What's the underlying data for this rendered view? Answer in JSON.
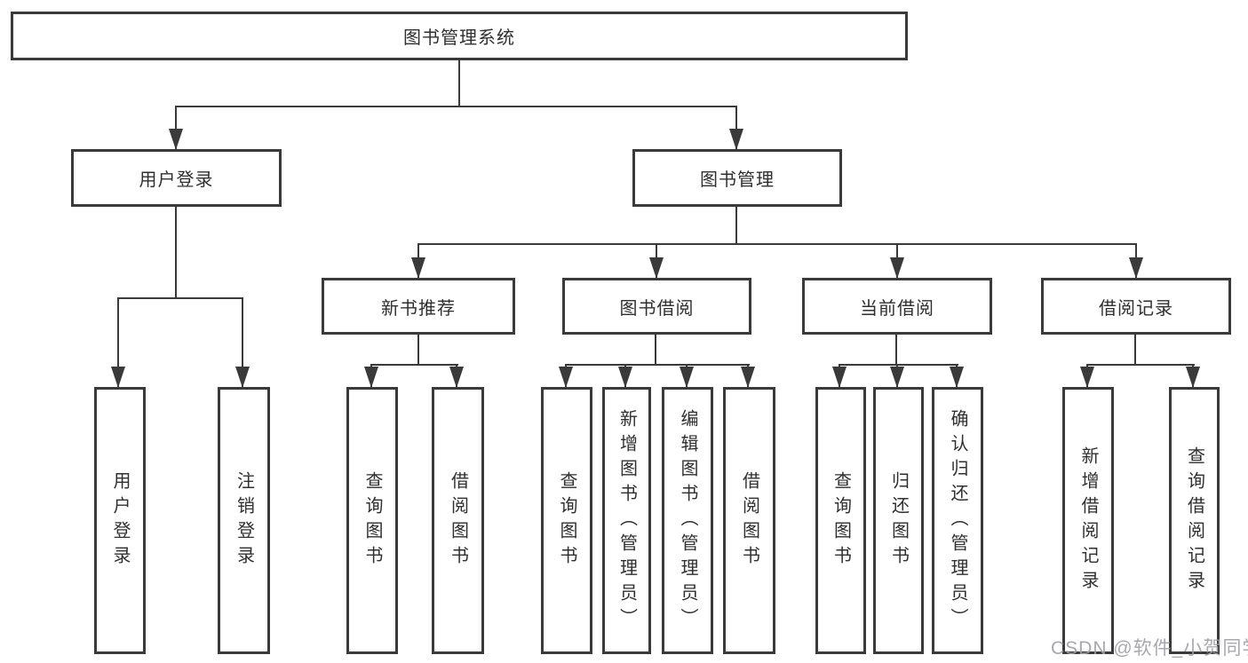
{
  "root": {
    "label": "图书管理系统"
  },
  "level2": {
    "user_login": "用户登录",
    "book_management": "图书管理"
  },
  "level3": {
    "new_book_recommendation": "新书推荐",
    "book_borrowing": "图书借阅",
    "current_borrowing": "当前借阅",
    "borrowing_records": "借阅记录"
  },
  "leaves": {
    "user_login": "用户登录",
    "logout": "注销登录",
    "nbr_query_books": "查询图书",
    "nbr_borrow_books": "借阅图书",
    "bb_query_books": "查询图书",
    "bb_add_books_admin": "新增图书（管理员）",
    "bb_edit_books_admin": "编辑图书（管理员）",
    "bb_borrow_books": "借阅图书",
    "cb_query_books": "查询图书",
    "cb_return_books": "归还图书",
    "cb_confirm_return_admin": "确认归还（管理员）",
    "br_add_record": "新增借阅记录",
    "br_query_record": "查询借阅记录"
  },
  "watermark": "CSDN @软件_小贺同学",
  "colors": {
    "line": "#3a3a3a",
    "text": "#2f2f2f",
    "watermark": "#a0a0a8",
    "background": "#ffffff"
  }
}
